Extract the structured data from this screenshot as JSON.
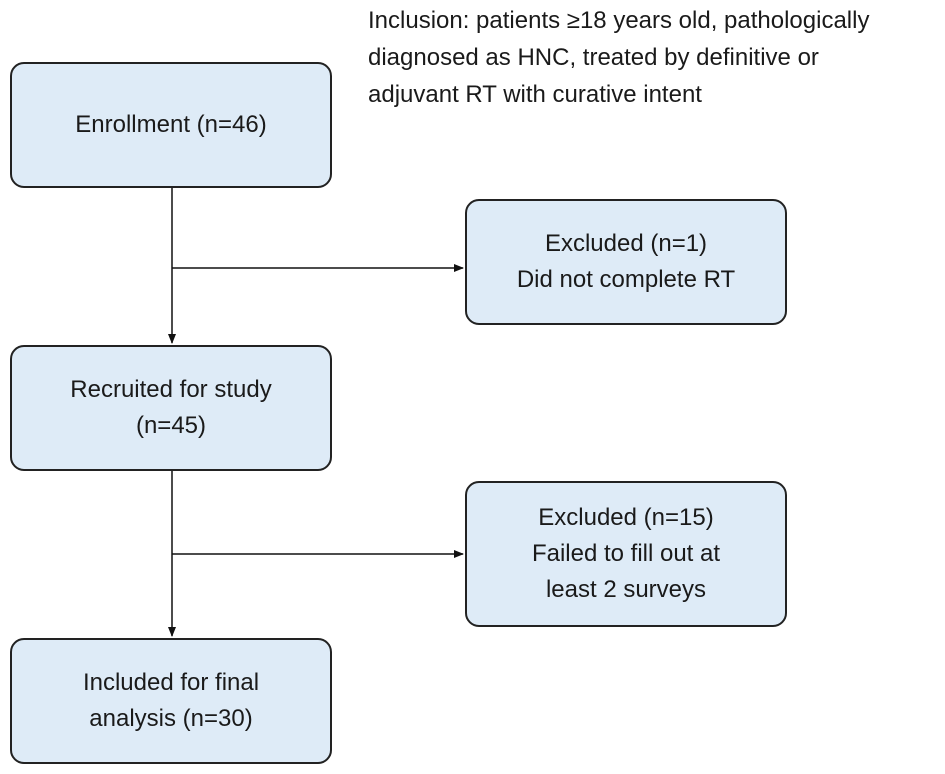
{
  "inclusion_note": {
    "lines": [
      "Inclusion: patients ≥18 years old, pathologically",
      "diagnosed as HNC, treated by definitive or",
      "adjuvant RT with curative intent"
    ]
  },
  "nodes": {
    "enrollment": {
      "lines": [
        "Enrollment (n=46)"
      ]
    },
    "excluded_1": {
      "lines": [
        "Excluded (n=1)",
        "Did not complete RT"
      ]
    },
    "recruited": {
      "lines": [
        "Recruited for study",
        "(n=45)"
      ]
    },
    "excluded_2": {
      "lines": [
        "Excluded (n=15)",
        "Failed to fill out at",
        "least 2 surveys"
      ]
    },
    "final": {
      "lines": [
        "Included for final",
        "analysis (n=30)"
      ]
    }
  },
  "colors": {
    "box_fill": "#deebf7",
    "box_border": "#222222",
    "connector": "#111111"
  }
}
